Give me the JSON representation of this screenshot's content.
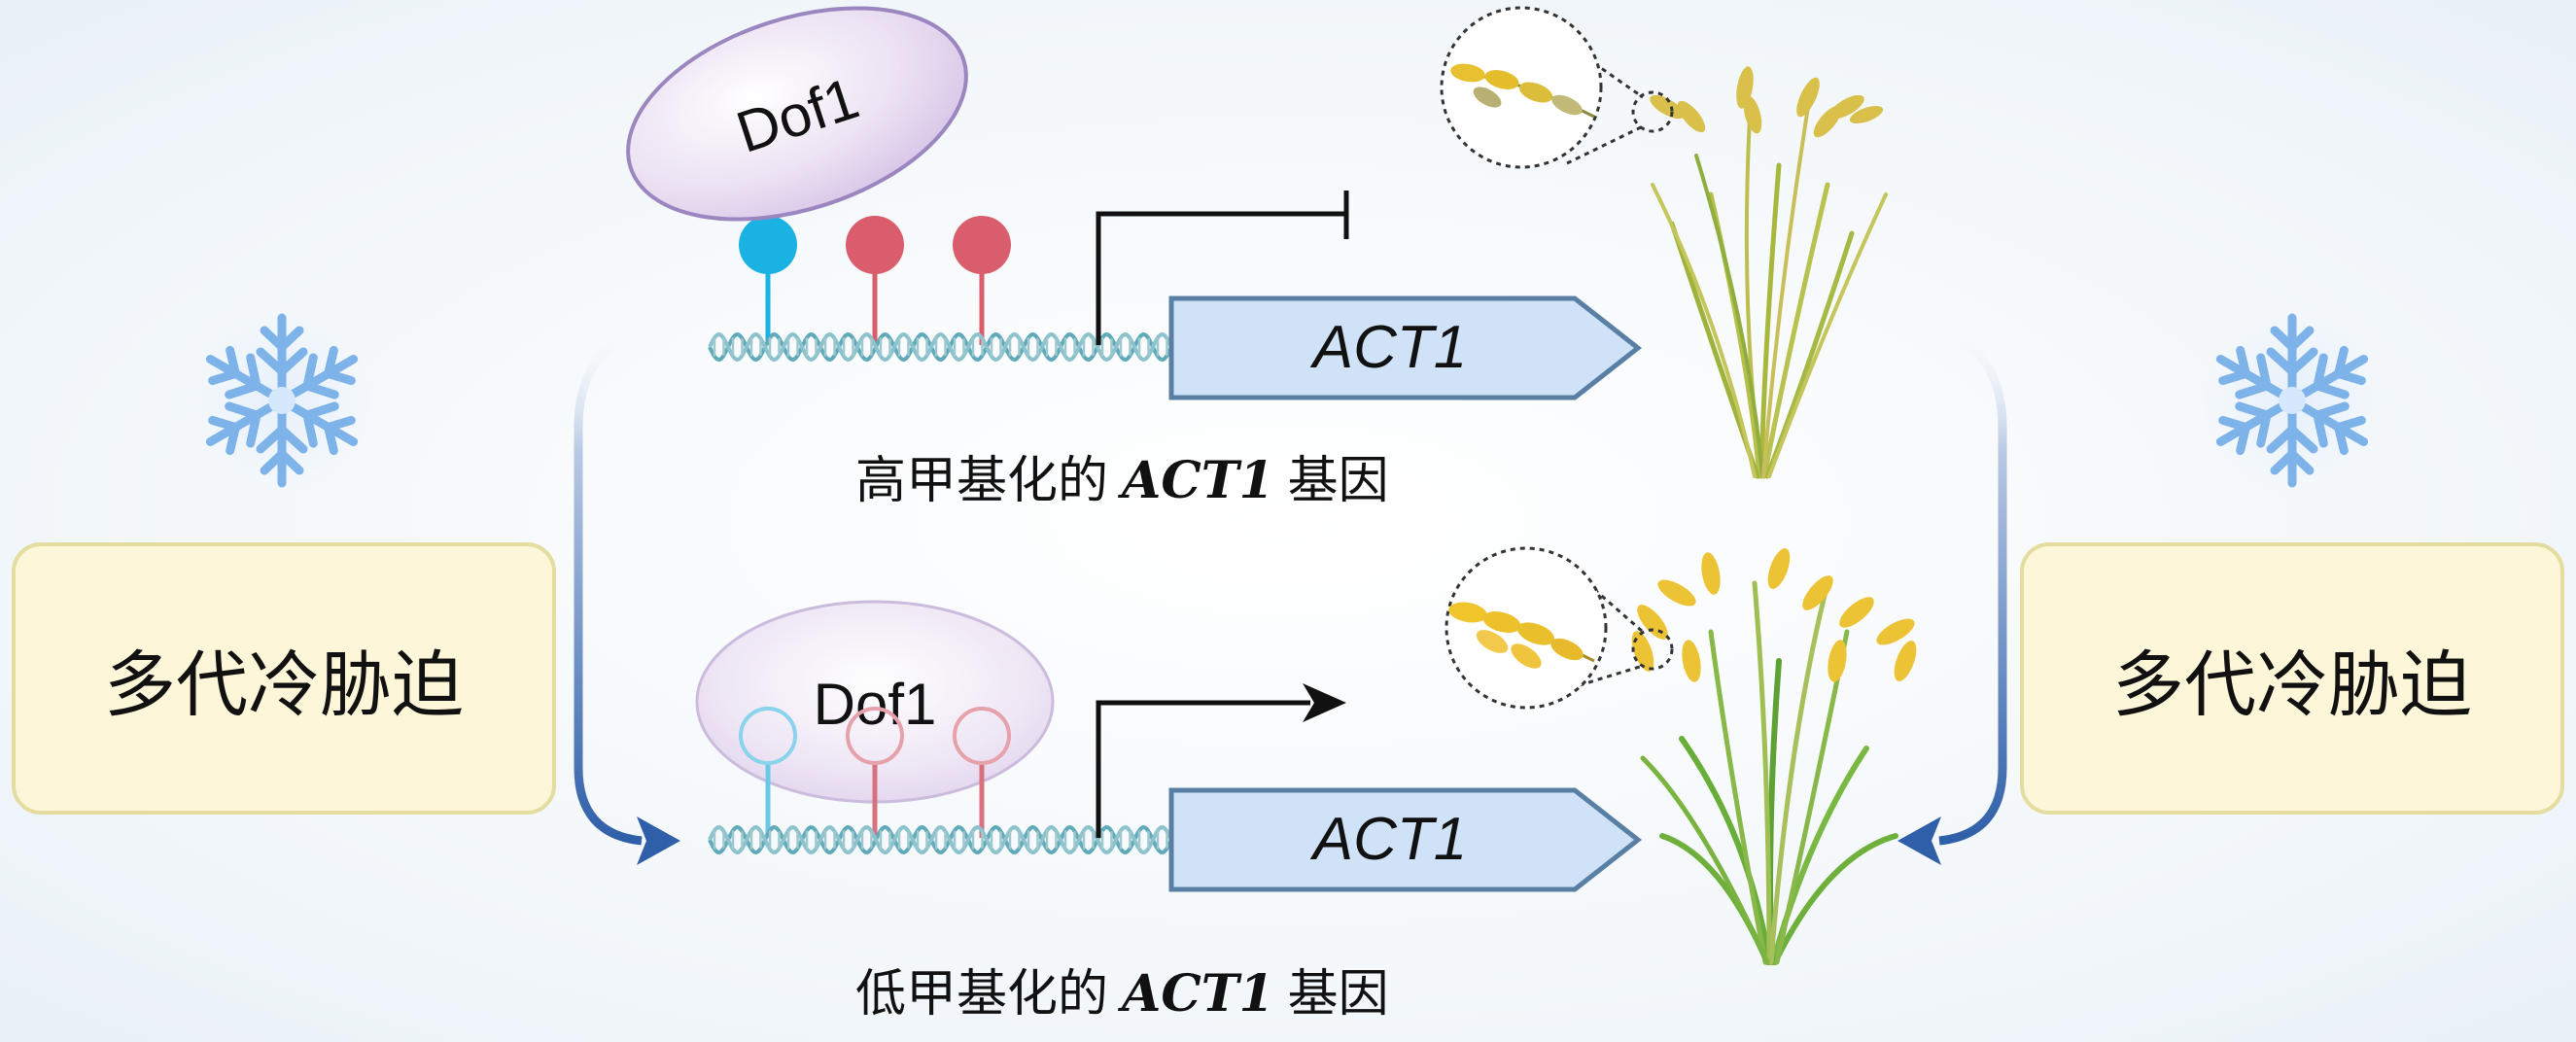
{
  "stress_label_left": "多代冷胁迫",
  "stress_label_right": "多代冷胁迫",
  "top_panel": {
    "protein_label": "Dof1",
    "gene_label": "ACT1",
    "caption_prefix": "高甲基化的",
    "caption_gene": "ACT1",
    "caption_suffix": "基因"
  },
  "bottom_panel": {
    "protein_label": "Dof1",
    "gene_label": "ACT1",
    "caption_prefix": "低甲基化的",
    "caption_gene": "ACT1",
    "caption_suffix": "基因"
  },
  "icons": [
    "snowflake-icon",
    "methyl-pin-icon",
    "dna-helix-icon",
    "arrow-icon",
    "repression-icon",
    "rice-plant-icon"
  ],
  "colors": {
    "methyl_blue": "#1ab2e3",
    "methyl_red": "#d95d6b",
    "gene_box": "#cfe2f8",
    "gene_border": "#5a7fa5",
    "dof1_fill": "#e8d8f0",
    "dof1_border": "#9b86bf",
    "stress_box": "#fdf6d8",
    "arrow_blue": "#2f5fa8"
  }
}
